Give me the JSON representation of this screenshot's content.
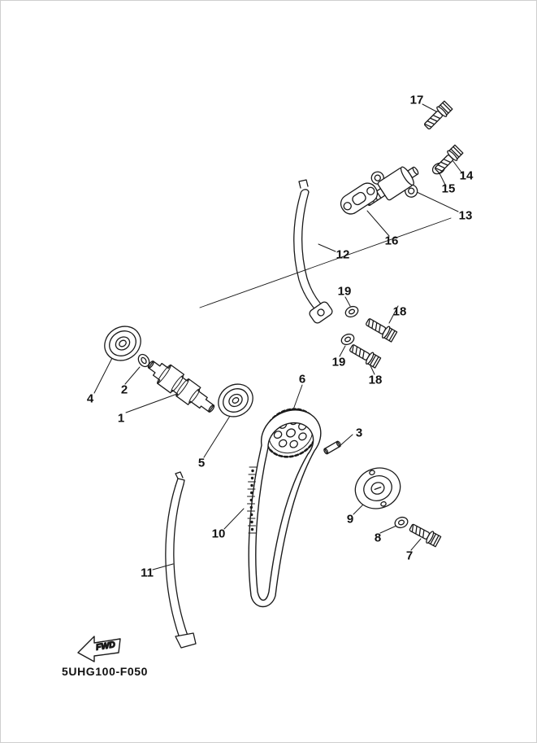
{
  "diagram": {
    "code": "5UHG100-F050",
    "fwd_label": "FWD",
    "background": "#ffffff",
    "line_color": "#1a1a1a"
  },
  "callouts": [
    {
      "key": "17",
      "label": "17"
    },
    {
      "key": "14",
      "label": "14"
    },
    {
      "key": "15",
      "label": "15"
    },
    {
      "key": "13",
      "label": "13"
    },
    {
      "key": "16",
      "label": "16"
    },
    {
      "key": "12",
      "label": "12"
    },
    {
      "key": "19a",
      "label": "19"
    },
    {
      "key": "18a",
      "label": "18"
    },
    {
      "key": "19b",
      "label": "19"
    },
    {
      "key": "18b",
      "label": "18"
    },
    {
      "key": "4",
      "label": "4"
    },
    {
      "key": "2",
      "label": "2"
    },
    {
      "key": "1",
      "label": "1"
    },
    {
      "key": "5",
      "label": "5"
    },
    {
      "key": "6",
      "label": "6"
    },
    {
      "key": "3",
      "label": "3"
    },
    {
      "key": "10",
      "label": "10"
    },
    {
      "key": "9",
      "label": "9"
    },
    {
      "key": "8",
      "label": "8"
    },
    {
      "key": "7",
      "label": "7"
    },
    {
      "key": "11",
      "label": "11"
    }
  ]
}
